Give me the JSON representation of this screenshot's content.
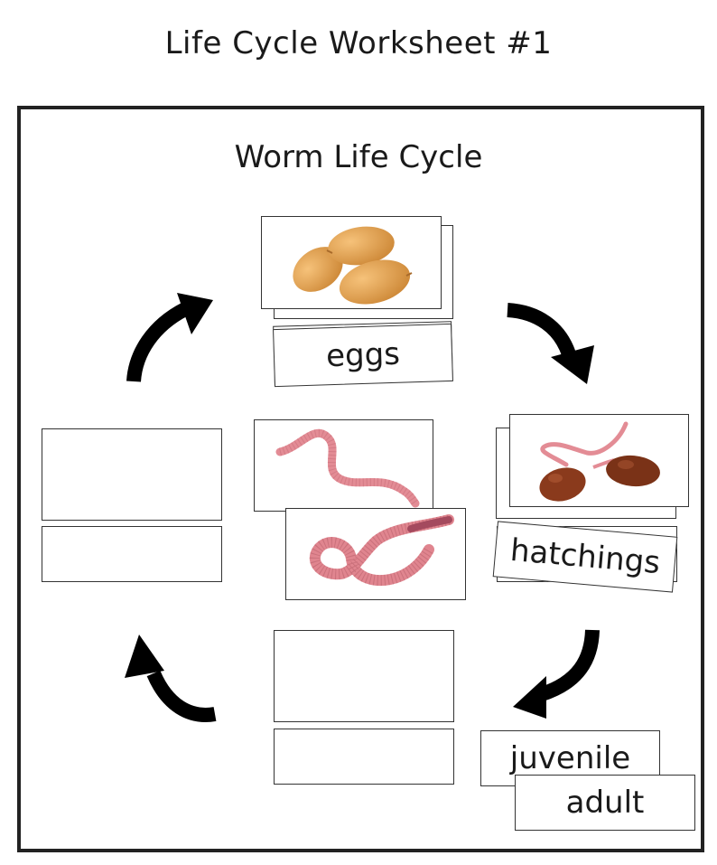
{
  "worksheet": {
    "title": "Life Cycle Worksheet #1",
    "subtitle": "Worm Life Cycle"
  },
  "stages": {
    "eggs": "eggs",
    "hatchings": "hatchings",
    "juvenile": "juvenile",
    "adult": "adult"
  },
  "pictures": {
    "eggs": "worm-eggs-figurine",
    "hatchings": "hatching-worm-figurine",
    "juvenile": "juvenile-worm-figurine",
    "adult": "adult-worm-figurine"
  },
  "colors": {
    "egg": "#d9953f",
    "hatchling_cocoon": "#8a3a1c",
    "worm_body": "#e38c95",
    "arrow": "#000000"
  }
}
